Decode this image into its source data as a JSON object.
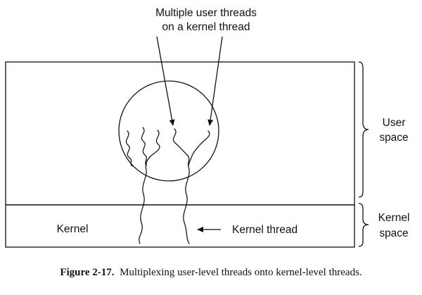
{
  "labels": {
    "top_annotation_line1": "Multiple user threads",
    "top_annotation_line2": "on a kernel thread",
    "user_space_line1": "User",
    "user_space_line2": "space",
    "kernel_space_line1": "Kernel",
    "kernel_space_line2": "space",
    "kernel": "Kernel",
    "kernel_thread": "Kernel thread"
  },
  "caption": {
    "label": "Figure 2-17.",
    "text": "Multiplexing user-level threads onto kernel-level threads."
  }
}
